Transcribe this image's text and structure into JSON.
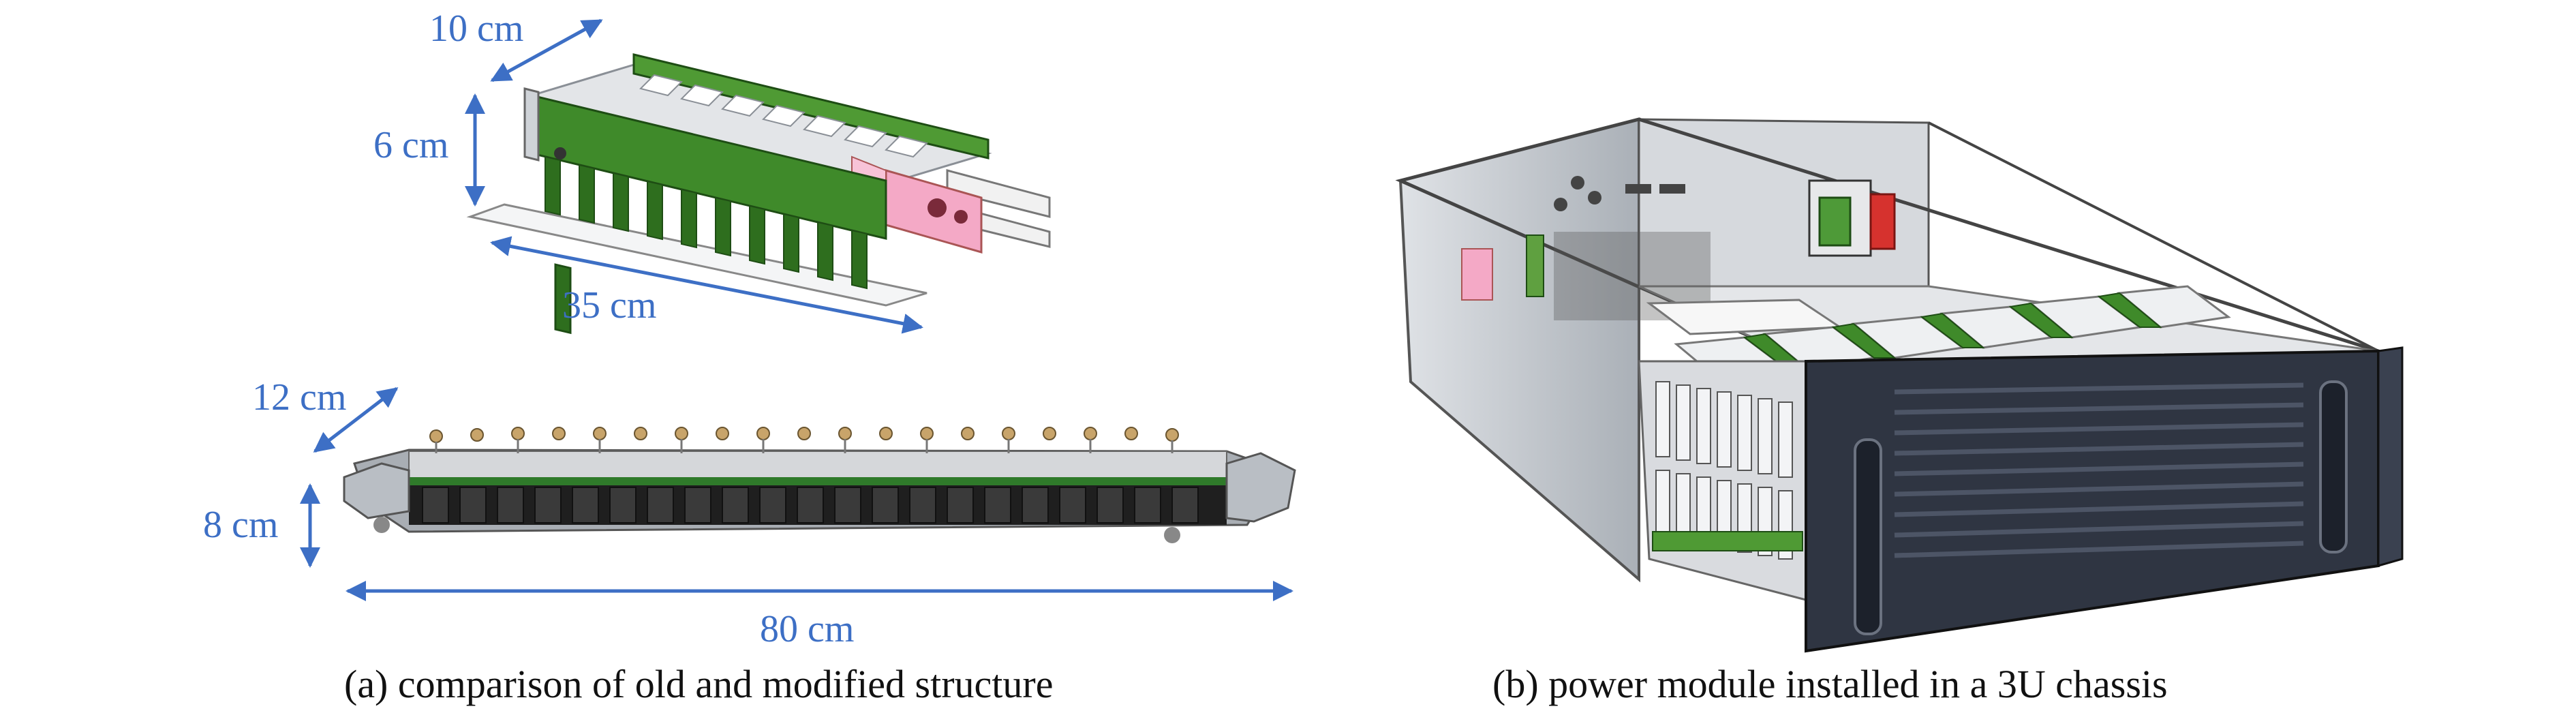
{
  "panel_a": {
    "caption": "(a) comparison of old and modified structure",
    "modified": {
      "depth": "10 cm",
      "height": "6 cm",
      "length": "35 cm"
    },
    "old": {
      "depth": "12 cm",
      "height": "8 cm",
      "length": "80 cm"
    }
  },
  "panel_b": {
    "caption": "(b) power module installed in a 3U chassis"
  },
  "colors": {
    "dimension": "#3d6fc5",
    "pcb_green": "#3f8a2a",
    "pink_block": "#f2a3c2",
    "chassis_gray": "#c9cdd2",
    "front_panel": "#2f3542"
  }
}
